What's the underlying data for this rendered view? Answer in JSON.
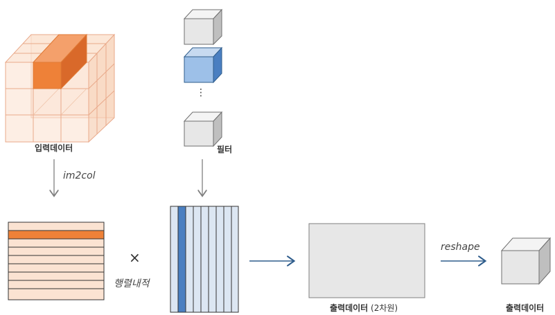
{
  "labels": {
    "input_data": "입력데이터",
    "filter": "필터",
    "im2col": "im2col",
    "matmul": "행렬내적",
    "times": "×",
    "vdots": "⋮",
    "output_2d_main": "출력데이터",
    "output_2d_suffix": " (2차원)",
    "reshape": "reshape",
    "output": "출력데이터"
  },
  "colors": {
    "orange_highlight": "#ee8138",
    "orange_light": "#fbe3d2",
    "orange_edge": "#e9a98a",
    "blue_highlight": "#4a7fc1",
    "blue_light": "#dce6f2",
    "gray_face": "#e7e7e7",
    "gray_side": "#bfbfbf",
    "gray_top": "#f4f4f4",
    "arrow_gray": "#7f7f7f",
    "arrow_blue": "#2f5d8c"
  },
  "icons": {
    "down_arrow": "down-arrow-icon",
    "right_arrow": "right-arrow-icon"
  }
}
